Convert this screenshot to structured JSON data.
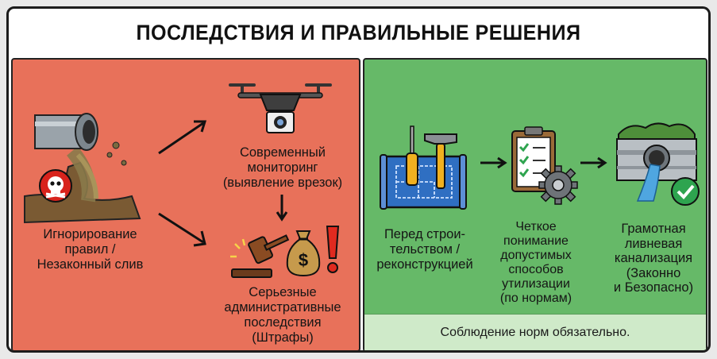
{
  "title": "ПОСЛЕДСТВИЯ И ПРАВИЛЬНЫЕ РЕШЕНИЯ",
  "left_panel": {
    "ignoring": [
      "Игнорирование",
      "правил /",
      "Незаконный слив"
    ],
    "monitoring": [
      "Современный",
      "мониторинг",
      "(выявление врезок)"
    ],
    "consequences": [
      "Серьезные",
      "административные",
      "последствия",
      "(Штрафы)"
    ]
  },
  "right_panel": {
    "before": [
      "Перед строи-",
      "тельством /",
      "реконструкцией"
    ],
    "understanding": [
      "Четкое",
      "понимание",
      "допустимых",
      "способов",
      "утилизации",
      "(по нормам)"
    ],
    "drainage": [
      "Грамотная",
      "ливневая",
      "канализация",
      "(Законно",
      "и Безопасно)"
    ],
    "footer": "Соблюдение норм обязательно."
  },
  "colors": {
    "left_bg": "#e8715a",
    "right_bg": "#66b968",
    "footer_bg": "#cfeac9",
    "warning_red": "#e02a1f",
    "check_green": "#2ea44f"
  },
  "icons": [
    "pipe-icon",
    "skull-warning-icon",
    "drone-icon",
    "gavel-icon",
    "money-bag-icon",
    "exclamation-icon",
    "blueprint-icon",
    "screwdriver-icon",
    "hammer-icon",
    "clipboard-checklist-icon",
    "gear-icon",
    "drain-pipe-icon",
    "checkmark-icon",
    "arrow-icon"
  ]
}
